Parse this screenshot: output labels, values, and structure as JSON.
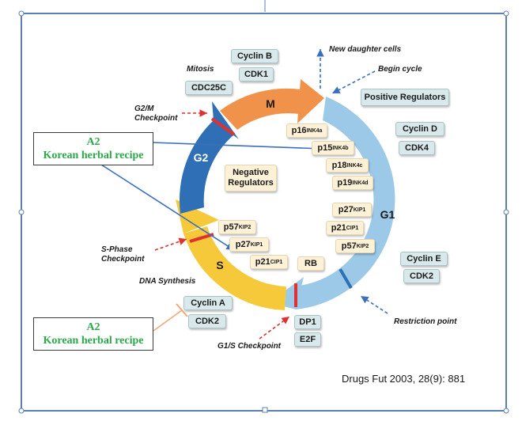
{
  "phases": {
    "m": "M",
    "g2": "G2",
    "s": "S",
    "g1": "G1"
  },
  "labels": {
    "mitosis": "Mitosis",
    "g2m": [
      "G2/M",
      "Checkpoint"
    ],
    "sphase": [
      "S-Phase",
      "Checkpoint"
    ],
    "dna": "DNA Synthesis",
    "g1s": "G1/S Checkpoint",
    "new_cells": "New daughter cells",
    "begin": "Begin cycle",
    "restriction": "Restriction point",
    "positive": "Positive Regulators"
  },
  "proteins": {
    "cyclin_b": "Cyclin B",
    "cdk1": "CDK1",
    "cdc25c": "CDC25C",
    "cyclin_d": "Cyclin D",
    "cdk4": "CDK4",
    "cyclin_e": "Cyclin E",
    "cdk2_e": "CDK2",
    "cyclin_a": "Cyclin A",
    "cdk2_a": "CDK2",
    "dp1": "DP1",
    "e2f": "E2F",
    "rb": "RB"
  },
  "negative": [
    "Negative",
    "Regulators"
  ],
  "inhibitors_g1": [
    {
      "name": "p16",
      "sup": "INK4a"
    },
    {
      "name": "p15",
      "sup": "INK4b"
    },
    {
      "name": "p18",
      "sup": "INK4c"
    },
    {
      "name": "p19",
      "sup": "INK4d"
    },
    {
      "name": "p27",
      "sup": "KIP1"
    },
    {
      "name": "p21",
      "sup": "CIP1"
    },
    {
      "name": "p57",
      "sup": "KIP2"
    }
  ],
  "inhibitors_s": [
    {
      "name": "p57",
      "sup": "KIP2"
    },
    {
      "name": "p27",
      "sup": "KIP1"
    },
    {
      "name": "p21",
      "sup": "CIP1"
    }
  ],
  "herbal_top": [
    "A2",
    "Korean herbal recipe"
  ],
  "herbal_bottom": [
    "A2",
    "Korean herbal recipe"
  ],
  "citation": "Drugs Fut 2003, 28(9): 881",
  "colors": {
    "m": "#f0924a",
    "g2": "#2f6fb5",
    "s": "#f5c93a",
    "g1": "#9cc9e8",
    "checkpoint": "#e03030",
    "arrow_blue": "#3a6fc0",
    "herbal_green": "#2aa84a"
  }
}
